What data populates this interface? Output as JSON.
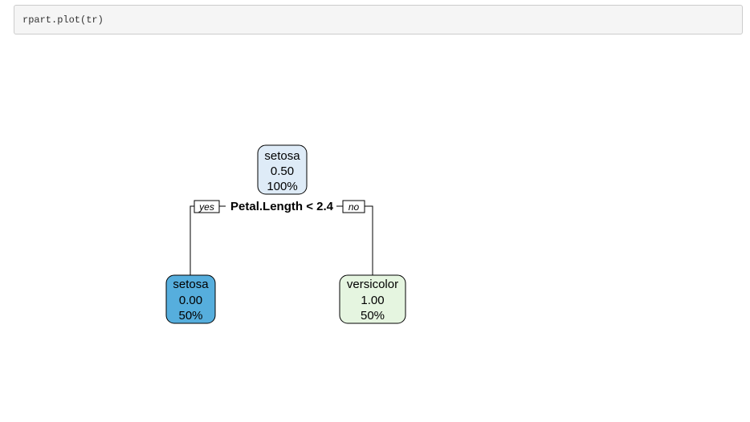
{
  "code": {
    "text": "rpart.plot(tr)"
  },
  "tree": {
    "root": {
      "class": "setosa",
      "prob": "0.50",
      "pct": "100%",
      "fill": "#deebf7"
    },
    "split": {
      "condition": "Petal.Length < 2.4",
      "yes_label": "yes",
      "no_label": "no"
    },
    "left": {
      "class": "setosa",
      "prob": "0.00",
      "pct": "50%",
      "fill": "#56aedd"
    },
    "right": {
      "class": "versicolor",
      "prob": "1.00",
      "pct": "50%",
      "fill": "#e5f5e0"
    },
    "colors": {
      "stroke": "#000000"
    }
  }
}
